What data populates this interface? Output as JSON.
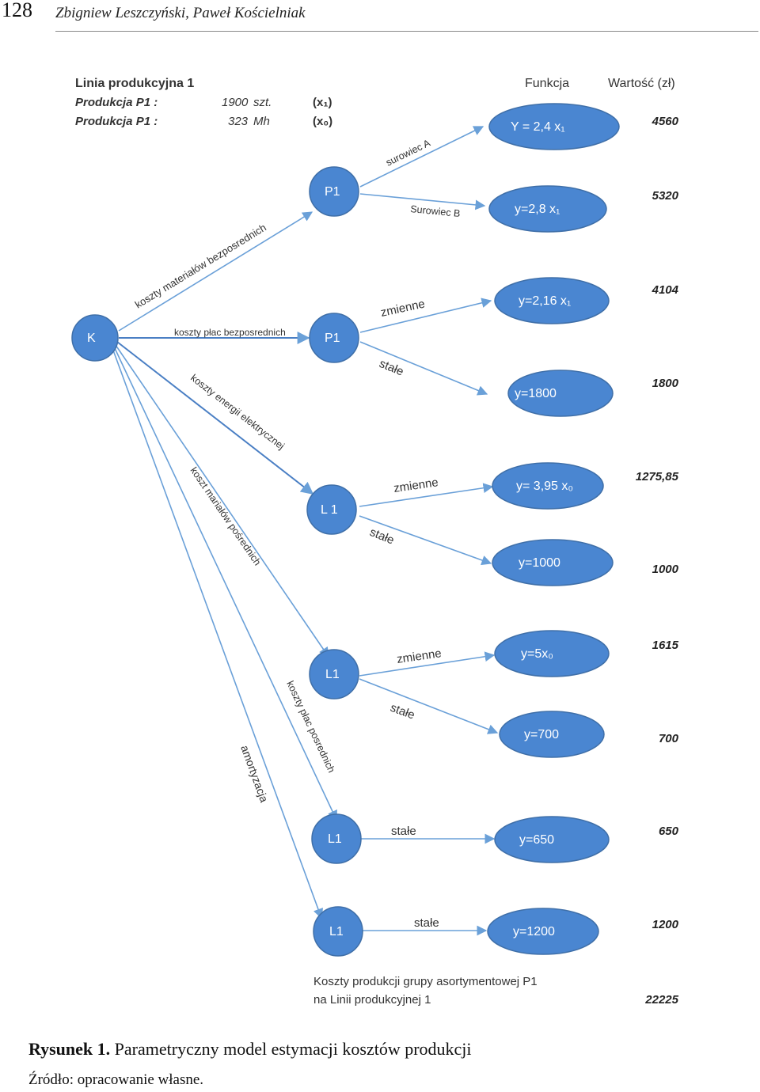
{
  "header": {
    "page_number": "128",
    "authors": "Zbigniew Leszczyński, Paweł Kościelniak"
  },
  "info": {
    "line_title": "Linia produkcyjna 1",
    "rows": [
      {
        "label": "Produkcja P1 :",
        "value": "1900",
        "unit": "szt.",
        "var": "(x₁)"
      },
      {
        "label": "Produkcja P1 :",
        "value": "323",
        "unit": "Mh",
        "var": "(x₀)"
      }
    ],
    "col_function": "Funkcja",
    "col_value": "Wartość (zł)"
  },
  "root": "K",
  "mid_nodes": [
    "P1",
    "P1",
    "L 1",
    "L1",
    "L1",
    "L1"
  ],
  "branch_labels": [
    "koszty materiałów bezposrednich",
    "koszty płac bezposrednich",
    "koszty energii elektrycznej",
    "koszt mariałów pośrednich",
    "koszty płac posrednich",
    "amortyzacja"
  ],
  "edge_labels": [
    "surowiec A",
    "Surowiec B",
    "zmienne",
    "stałe",
    "zmienne",
    "stałe",
    "zmienne",
    "stałe",
    "stałe",
    "stałe"
  ],
  "functions": [
    "Y = 2,4 x₁",
    "y=2,8 x₁",
    "y=2,16 x₁",
    "y=1800",
    "y= 3,95 x₀",
    "y=1000",
    "y=5x₀",
    "y=700",
    "y=650",
    "y=1200"
  ],
  "values": [
    "4560",
    "5320",
    "4104",
    "1800",
    "1275,85",
    "1000",
    "1615",
    "700",
    "650",
    "1200"
  ],
  "total": {
    "line1": "Koszty produkcji grupy asortymentowej P1",
    "line2": "na Linii produkcyjnej 1",
    "value": "22225"
  },
  "caption": {
    "label": "Rysunek 1.",
    "text": "Parametryczny model estymacji kosztów produkcji"
  },
  "source": "Źródło: opracowanie własne.",
  "colors": {
    "node_fill": "#4a86d1",
    "node_stroke": "#3f6fa8",
    "edge": "#6aa0d8",
    "text": "#333333"
  }
}
